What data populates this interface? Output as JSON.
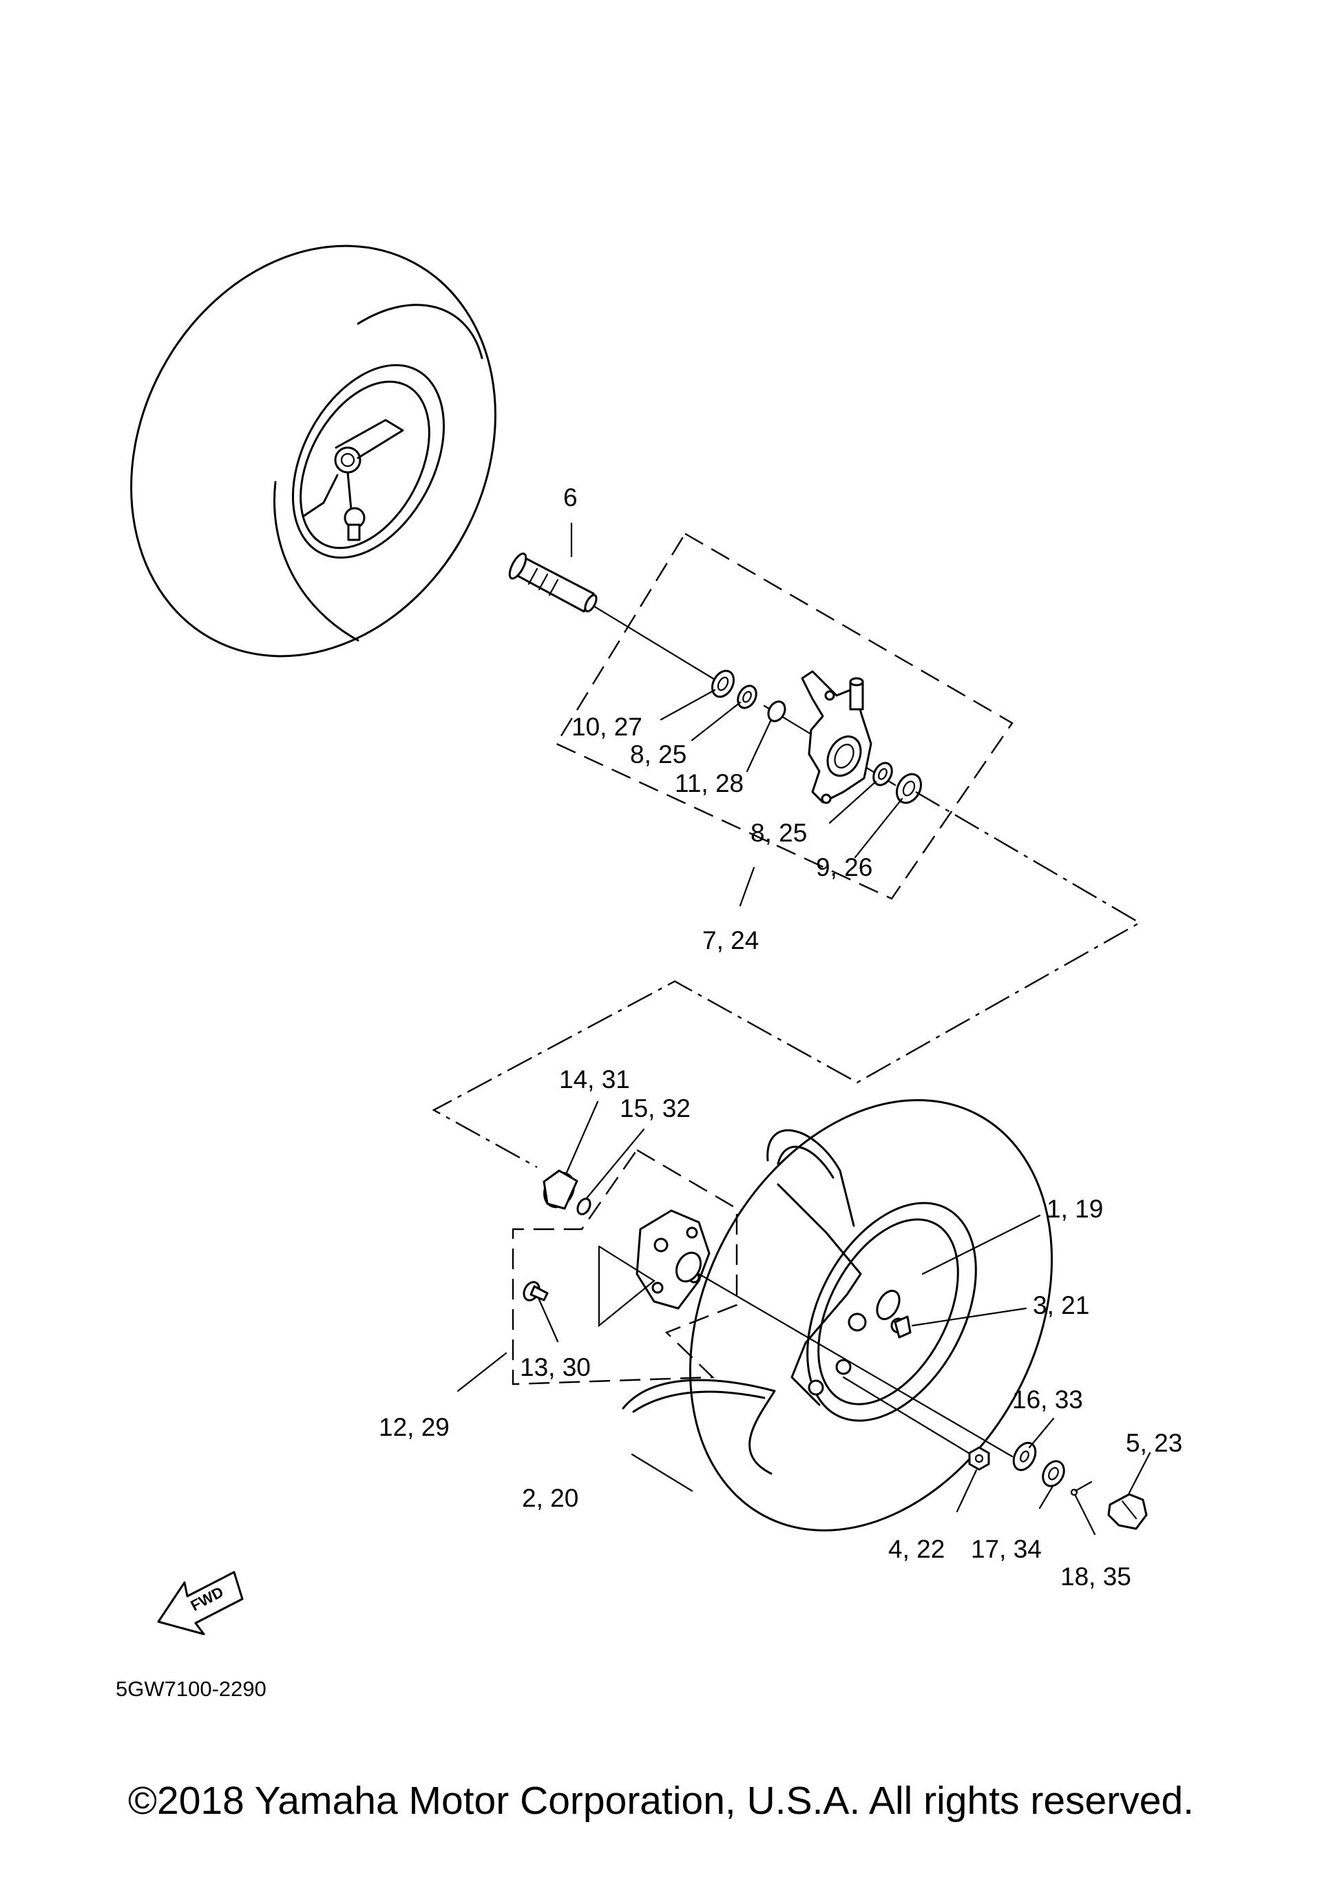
{
  "diagram": {
    "code": "5GW7100-2290",
    "fwd_label": "FWD",
    "callouts": [
      {
        "id": "c6",
        "text": "6"
      },
      {
        "id": "c10_27",
        "text": "10, 27"
      },
      {
        "id": "c8_25a",
        "text": "8, 25"
      },
      {
        "id": "c11_28",
        "text": "11, 28"
      },
      {
        "id": "c8_25b",
        "text": "8, 25"
      },
      {
        "id": "c9_26",
        "text": "9, 26"
      },
      {
        "id": "c7_24",
        "text": "7, 24"
      },
      {
        "id": "c14_31",
        "text": "14, 31"
      },
      {
        "id": "c15_32",
        "text": "15, 32"
      },
      {
        "id": "c1_19",
        "text": "1, 19"
      },
      {
        "id": "c3_21",
        "text": "3, 21"
      },
      {
        "id": "c13_30",
        "text": "13, 30"
      },
      {
        "id": "c12_29",
        "text": "12, 29"
      },
      {
        "id": "c16_33",
        "text": "16, 33"
      },
      {
        "id": "c5_23",
        "text": "5, 23"
      },
      {
        "id": "c2_20",
        "text": "2, 20"
      },
      {
        "id": "c4_22",
        "text": "4, 22"
      },
      {
        "id": "c17_34",
        "text": "17, 34"
      },
      {
        "id": "c18_35",
        "text": "18, 35"
      }
    ]
  },
  "footer": {
    "copyright": "©2018 Yamaha Motor Corporation, U.S.A. All rights reserved."
  }
}
